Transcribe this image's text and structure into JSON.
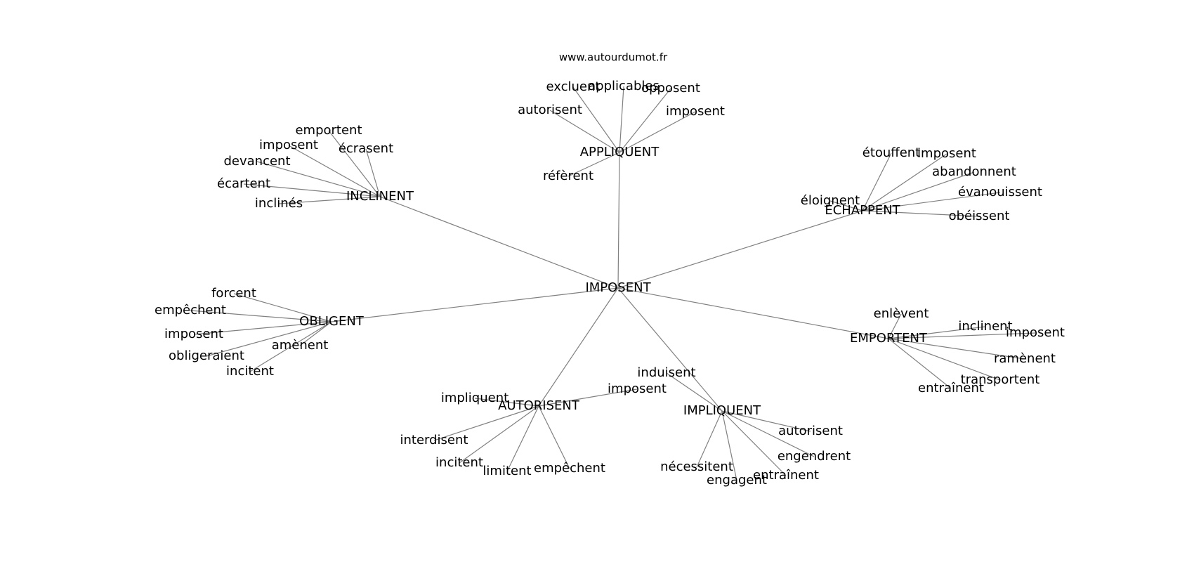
{
  "source": "www.autourdumot.fr",
  "graph": {
    "center": "IMPOSENT",
    "groups": [
      {
        "hub": "APPLIQUENT",
        "leaves": [
          "excluent",
          "applicables",
          "opposent",
          "autorisent",
          "imposent",
          "réfèrent"
        ]
      },
      {
        "hub": "INCLINENT",
        "leaves": [
          "emportent",
          "imposent",
          "écrasent",
          "devancent",
          "écartent",
          "inclinés"
        ]
      },
      {
        "hub": "ÉCHAPPENT",
        "leaves": [
          "étouffent",
          "imposent",
          "abandonnent",
          "éloignent",
          "évanouissent",
          "obéissent"
        ]
      },
      {
        "hub": "OBLIGENT",
        "leaves": [
          "forcent",
          "empêchent",
          "imposent",
          "obligeraient",
          "amènent",
          "incitent"
        ]
      },
      {
        "hub": "EMPORTENT",
        "leaves": [
          "enlèvent",
          "inclinent",
          "imposent",
          "ramènent",
          "transportent",
          "entraînent"
        ]
      },
      {
        "hub": "AUTORISENT",
        "leaves": [
          "impliquent",
          "imposent",
          "interdisent",
          "incitent",
          "limitent",
          "empêchent"
        ]
      },
      {
        "hub": "IMPLIQUENT",
        "leaves": [
          "induisent",
          "autorisent",
          "engendrent",
          "nécessitent",
          "engagent",
          "entraînent"
        ]
      }
    ]
  }
}
